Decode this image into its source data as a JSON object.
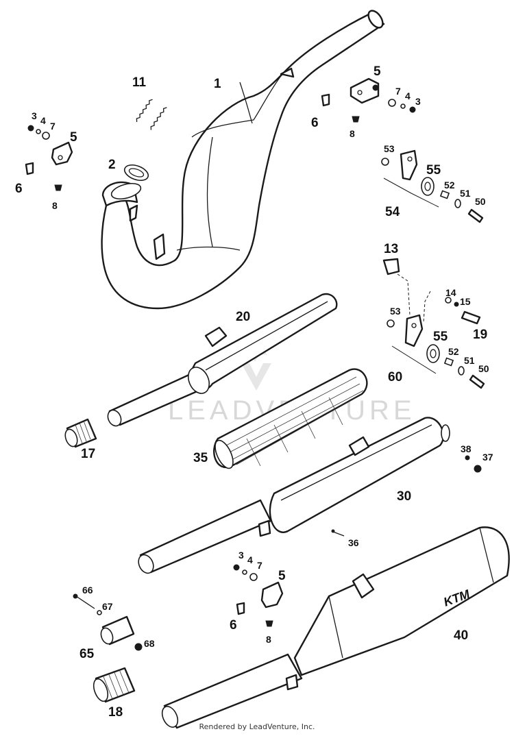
{
  "watermark": "LEADVENTURE",
  "footer": "Rendered by LeadVenture, Inc.",
  "brand_mark": "KTM",
  "callouts": {
    "n1": "1",
    "n2": "2",
    "n11": "11",
    "n3a": "3",
    "n4a": "4",
    "n7a": "7",
    "n5a": "5",
    "n6a": "6",
    "n8a": "8",
    "n5b": "5",
    "n7b": "7",
    "n4b": "4",
    "n3b": "3",
    "n6b": "6",
    "n8b": "8",
    "n53a": "53",
    "n55a": "55",
    "n52a": "52",
    "n51a": "51",
    "n50a": "50",
    "n54": "54",
    "n13": "13",
    "n14": "14",
    "n15": "15",
    "n19": "19",
    "n53b": "53",
    "n55b": "55",
    "n52b": "52",
    "n51b": "51",
    "n50b": "50",
    "n60": "60",
    "n20": "20",
    "n17": "17",
    "n35": "35",
    "n30": "30",
    "n38": "38",
    "n37": "37",
    "n36": "36",
    "n3c": "3",
    "n4c": "4",
    "n7c": "7",
    "n5c": "5",
    "n6c": "6",
    "n8c": "8",
    "n66": "66",
    "n67": "67",
    "n65": "65",
    "n68": "68",
    "n40": "40",
    "n18": "18"
  }
}
